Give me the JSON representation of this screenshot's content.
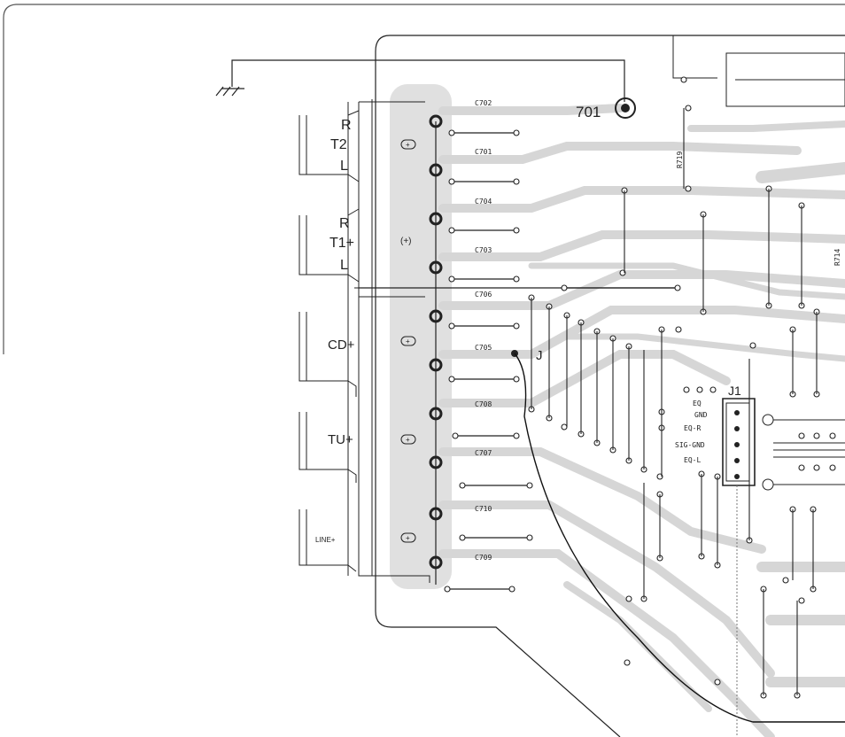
{
  "board": {
    "ground_label": "",
    "mount_hole_label": "701",
    "jumper_label": "J",
    "connector_label": "J1",
    "resistor_label": "R719",
    "edge_label": "R714"
  },
  "jacks": [
    {
      "id": "t2",
      "label": "T2",
      "top": "R",
      "bottom": "L",
      "cap_top": "C702",
      "cap_bottom": "C701",
      "polarity": "+"
    },
    {
      "id": "t1",
      "label": "T1+",
      "top": "R",
      "bottom": "L",
      "cap_top": "C704",
      "cap_bottom": "C703",
      "polarity": "(+)"
    },
    {
      "id": "cd",
      "label": "CD+",
      "cap_top": "C706",
      "cap_bottom": "C705",
      "polarity": "+"
    },
    {
      "id": "tu",
      "label": "TU+",
      "cap_top": "C708",
      "cap_bottom": "C707",
      "polarity": "+"
    },
    {
      "id": "line",
      "label": "LINE+",
      "cap_top": "C710",
      "cap_bottom": "C709",
      "polarity": "+"
    }
  ],
  "connector_pins": [
    "EQ",
    "GND",
    "EQ-R",
    "SIG-GND",
    "EQ-L"
  ],
  "colors": {
    "trace": "#d6d6d6",
    "line": "#1a1a1a",
    "pad": "#1a1a1a"
  }
}
